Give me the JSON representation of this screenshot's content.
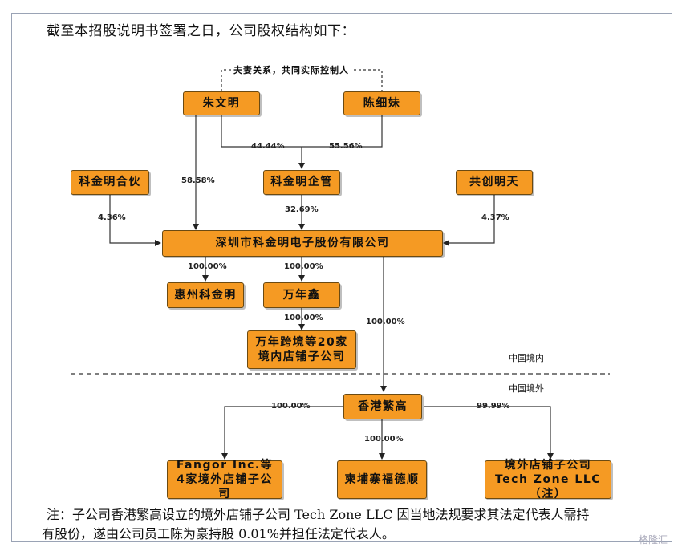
{
  "intro": "截至本招股说明书签署之日，公司股权结构如下：",
  "relation_note": "夫妻关系，共同实际控制人",
  "nodes": {
    "zhu": "朱文明",
    "chen": "陈细妹",
    "hehuo": "科金明合伙",
    "qiguan": "科金明企管",
    "gongchuang": "共创明天",
    "company": "深圳市科金明电子股份有限公司",
    "huizhou": "惠州科金明",
    "wannianxin": "万年鑫",
    "kuajing": "万年跨境等20家境内店铺子公司",
    "hk": "香港繁高",
    "fangor": "Fangor Inc.等4家境外店铺子公司",
    "cambodia": "柬埔寨福德顺",
    "techzone": "境外店铺子公司Tech Zone LLC（注）"
  },
  "percents": {
    "zhu_qiguan": "44.44%",
    "chen_qiguan": "55.56%",
    "zhu_company": "58.58%",
    "hehuo_company": "4.36%",
    "qiguan_company": "32.69%",
    "gongchuang_company": "4.37%",
    "company_huizhou": "100.00%",
    "company_wannianxin": "100.00%",
    "wannianxin_kuajing": "100.00%",
    "company_hk": "100.00%",
    "hk_fangor": "100.00%",
    "hk_cambodia": "100.00%",
    "hk_techzone": "99.99%"
  },
  "regions": {
    "domestic": "中国境内",
    "overseas": "中国境外"
  },
  "footnote": {
    "line1": "注：子公司香港繁高设立的境外店铺子公司 Tech Zone LLC 因当地法规要求其法定代表人需持",
    "line2": "有股份，遂由公司员工陈为豪持股 0.01%并担任法定代表人。"
  },
  "watermark": "格隆汇"
}
